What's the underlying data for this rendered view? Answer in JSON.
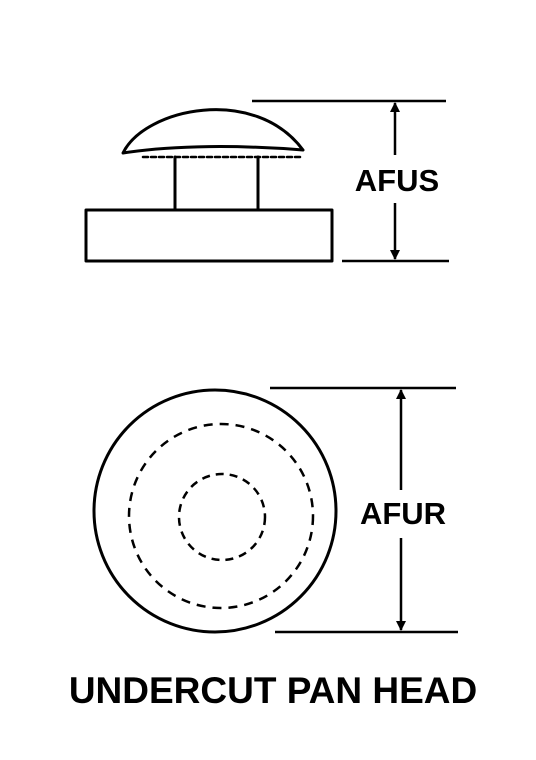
{
  "side_view": {
    "dimension_label": "AFUS"
  },
  "top_view": {
    "dimension_label": "AFUR"
  },
  "title": "UNDERCUT PAN HEAD",
  "colors": {
    "line": "#000000",
    "background": "#ffffff"
  }
}
